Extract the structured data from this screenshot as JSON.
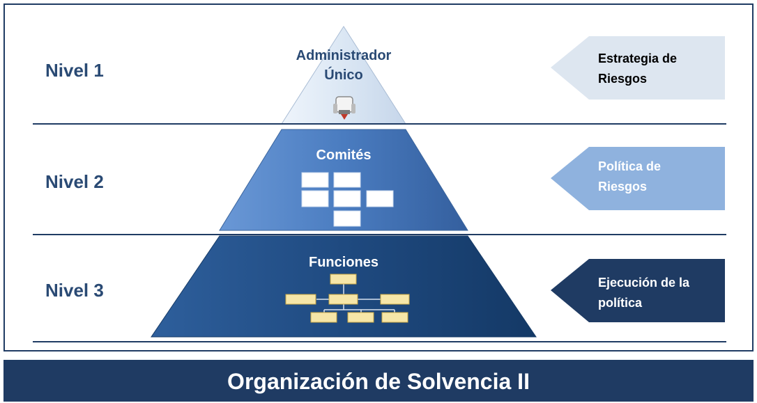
{
  "levels": [
    {
      "label": "Nivel 1",
      "title_line1": "Administrador",
      "title_line2": "Único",
      "action_line1": "Estrategia de",
      "action_line2": "Riesgos"
    },
    {
      "label": "Nivel 2",
      "title": "Comités",
      "action_line1": "Política de",
      "action_line2": "Riesgos"
    },
    {
      "label": "Nivel 3",
      "title": "Funciones",
      "action_line1": "Ejecución de la",
      "action_line2": "política"
    }
  ],
  "footer": {
    "title": "Organización de Solvencia II"
  },
  "colors": {
    "frame": "#1f3b63",
    "tier1": "#dbe7f4",
    "tier2": "#4a7cc0",
    "tier3": "#1f4a80",
    "arrow1": "#dde6f0",
    "arrow2": "#8fb2de",
    "arrow3": "#1f3b63",
    "org_box": "#f6e6a8"
  }
}
